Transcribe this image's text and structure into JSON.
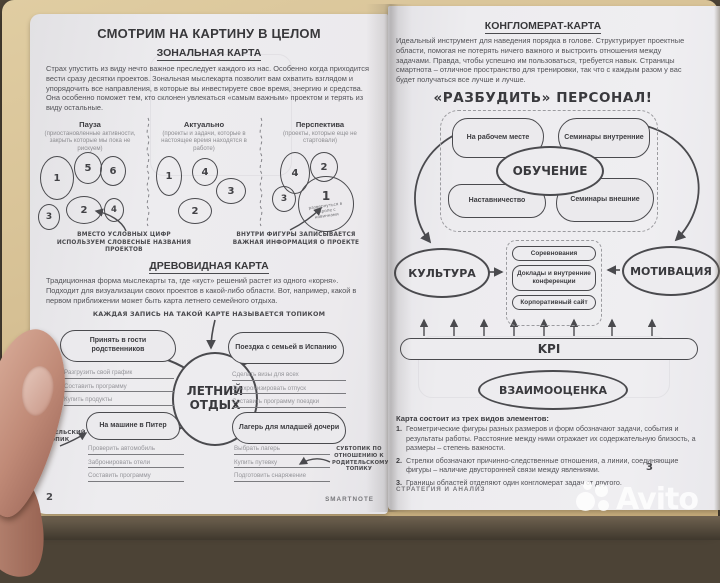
{
  "left_page": {
    "title": "СМОТРИМ НА КАРТИНУ В ЦЕЛОМ",
    "section1": {
      "heading": "ЗОНАЛЬНАЯ КАРТА",
      "intro": "Страх упустить из виду нечто важное преследует каждого из нас. Особенно когда приходится вести сразу десятки проектов. Зональная мыслекарта позволит вам охватить взглядом и упорядочить все направления, в которые вы инвестируете свое время, энергию и средства. Она особенно поможет тем, кто склонен увлекаться «самым важным» проектом и терять из виду остальные.",
      "zones": [
        {
          "name": "Пауза",
          "caption": "(приостановленные активности, закрыть которые мы пока не рискуем)",
          "circles": [
            "1",
            "5",
            "6",
            "2",
            "4",
            "3"
          ]
        },
        {
          "name": "Актуально",
          "caption": "(проекты и задачи, которые в настоящее время находятся в работе)",
          "circles": [
            "1",
            "4",
            "3",
            "2"
          ]
        },
        {
          "name": "Перспектива",
          "caption": "(проекты, которые еще не стартовали)",
          "circles": [
            "4",
            "2",
            "3",
            "1"
          ],
          "big_circle_note": "развернуться в Европе с новинками"
        }
      ],
      "caption_left": "ВМЕСТО УСЛОВНЫХ ЦИФР ИСПОЛЬЗУЕМ СЛОВЕСНЫЕ НАЗВАНИЯ ПРОЕКТОВ",
      "caption_right": "ВНУТРИ ФИГУРЫ ЗАПИСЫВАЕТСЯ ВАЖНАЯ ИНФОРМАЦИЯ О ПРОЕКТЕ"
    },
    "section2": {
      "heading": "ДРЕВОВИДНАЯ КАРТА",
      "intro": "Традиционная форма мыслекарты та, где «куст» решений растет из одного «корня». Подходит для визуализации своих проектов в какой-либо области. Вот, например, какой в первом приближении может быть карта летнего семейного отдыха.",
      "callout": "КАЖДАЯ ЗАПИСЬ НА ТАКОЙ КАРТЕ НАЗЫВАЕТСЯ ТОПИКОМ",
      "center": "ЛЕТНИЙ ОТДЫХ",
      "topics": [
        {
          "label": "Принять в гости родственников",
          "items": [
            "Разгрузить свой график",
            "Составить программу",
            "Купить продукты"
          ]
        },
        {
          "label": "Поездка с семьей в Испанию",
          "items": [
            "Сделать визы для всех",
            "Синхронизировать отпуск",
            "Составить программу поездки"
          ]
        },
        {
          "label": "На машине в Питер",
          "items": [
            "Проверить автомобиль",
            "Забронировать отели",
            "Составить программу"
          ]
        },
        {
          "label": "Лагерь для младшей дочери",
          "items": [
            "Выбрать лагерь",
            "Купить путевку",
            "Подготовить снаряжение"
          ]
        }
      ],
      "annotation_parent": "РОДИТЕЛЬСКИЙ ТОПИК",
      "annotation_subtopic": "СУБТОПИК ПО ОТНОШЕНИЮ К РОДИТЕЛЬСКОМУ ТОПИКУ"
    },
    "page_number": "2",
    "footer_brand": "SMARTNOTE"
  },
  "right_page": {
    "heading": "КОНГЛОМЕРАТ-КАРТА",
    "intro": "Идеальный инструмент для наведения порядка в голове. Структурирует проектные области, помогая не потерять ничего важного и выстроить отношения между задачами. Правда, чтобы успешно им пользоваться, требуется навык. Страницы смартнота – отличное пространство для тренировки, так что с каждым разом у вас будет получаться все лучше и лучше.",
    "map_title": "«РАЗБУДИТЬ» ПЕРСОНАЛ!",
    "diagram": {
      "center": "ОБУЧЕНИЕ",
      "training_nodes": [
        "На рабочем месте",
        "Семинары внутренние",
        "Наставничество",
        "Семинары внешние"
      ],
      "left_node": "КУЛЬТУРА",
      "right_node": "МОТИВАЦИЯ",
      "middle_nodes": [
        "Соревнования",
        "Доклады и внутренние конференции",
        "Корпоративный сайт"
      ],
      "kpi": "KPI",
      "bottom_node": "ВЗАИМООЦЕНКА"
    },
    "legend_heading": "Карта состоит из трех видов элементов:",
    "legend": [
      {
        "num": "1.",
        "text": "Геометрические фигуры разных размеров и форм обозначают задачи, события и результаты работы. Расстояние между ними отражает их содержательную близость, а размеры – степень важности."
      },
      {
        "num": "2.",
        "text": "Стрелки обозначают причинно-следственные отношения, а линии, соединяющие фигуры – наличие двусторонней связи между явлениями."
      },
      {
        "num": "3.",
        "text": "Границы областей отделяют один конгломерат задач от другого."
      }
    ],
    "footer_left": "СТРАТЕГИЯ И АНАЛИЗ",
    "page_number": "3"
  },
  "watermark": {
    "brand": "Avito"
  }
}
